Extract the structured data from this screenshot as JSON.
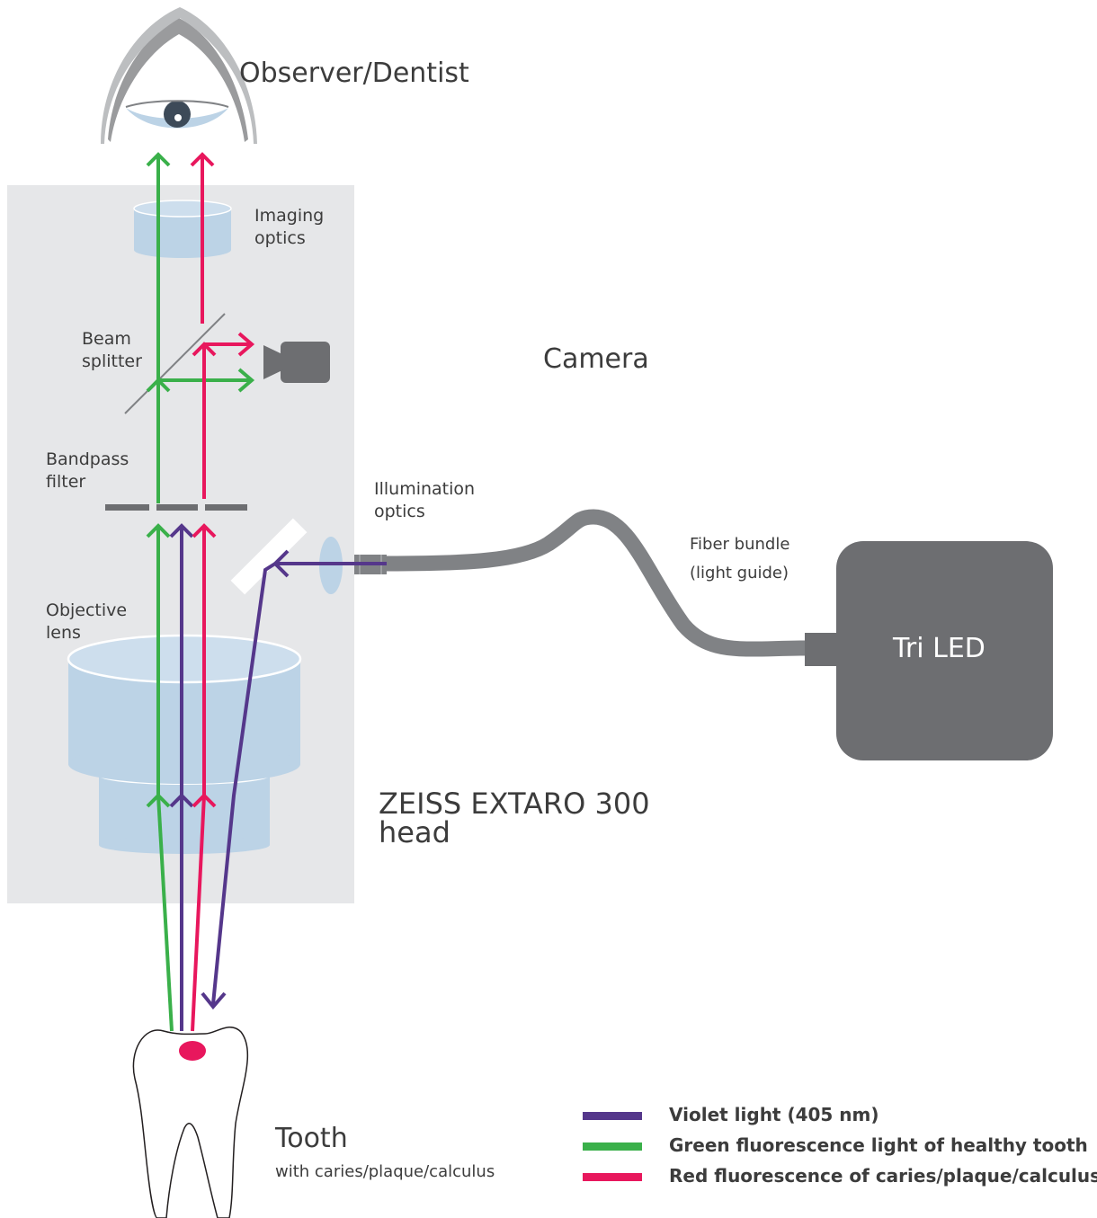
{
  "labels": {
    "observer": "Observer/Dentist",
    "imaging_optics": "Imaging\noptics",
    "beam_splitter": "Beam\nsplitter",
    "camera": "Camera",
    "bandpass_filter": "Bandpass\nfilter",
    "illumination_optics": "Illumination\noptics",
    "objective_lens": "Objective\nlens",
    "fiber_bundle": "Fiber bundle\n(light guide)",
    "tri_led": "Tri LED",
    "head": "ZEISS EXTARO 300\nhead",
    "tooth": "Tooth",
    "tooth_sub": "with caries/plaque/calculus"
  },
  "legend": [
    {
      "label": "Violet light (405 nm)",
      "color": "#55378b"
    },
    {
      "label": "Green fluorescence light of healthy tooth",
      "color": "#3ab04a"
    },
    {
      "label": "Red fluorescence of caries/plaque/calculus",
      "color": "#e8175d"
    }
  ],
  "colors": {
    "violet": "#55378b",
    "green": "#3ab04a",
    "red": "#e8175d",
    "panel": "#e6e7e9",
    "lens": "#bcd3e6",
    "device": "#6d6e71",
    "cable": "#808285"
  }
}
